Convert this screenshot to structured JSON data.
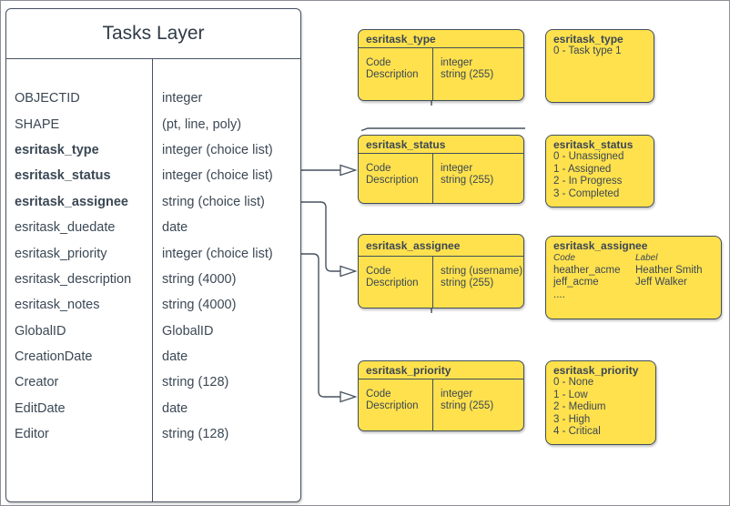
{
  "main_table": {
    "title": "Tasks Layer",
    "fields": [
      {
        "name": "OBJECTID",
        "type": "integer"
      },
      {
        "name": "SHAPE",
        "type": "(pt, line, poly)"
      },
      {
        "name": "esritask_type",
        "type": "integer (choice list)"
      },
      {
        "name": "esritask_status",
        "type": "integer (choice list)"
      },
      {
        "name": "esritask_assignee",
        "type": "string (choice list)"
      },
      {
        "name": "esritask_duedate",
        "type": "date"
      },
      {
        "name": "esritask_priority",
        "type": "integer (choice list)"
      },
      {
        "name": "esritask_description",
        "type": "string (4000)"
      },
      {
        "name": "esritask_notes",
        "type": "string (4000)"
      },
      {
        "name": "GlobalID",
        "type": "GlobalID"
      },
      {
        "name": "CreationDate",
        "type": "date"
      },
      {
        "name": "Creator",
        "type": "string (128)"
      },
      {
        "name": "EditDate",
        "type": "date"
      },
      {
        "name": "Editor",
        "type": "string (128)"
      }
    ]
  },
  "field_tables": {
    "type": {
      "title": "esritask_type",
      "rows": [
        [
          "Code",
          "integer"
        ],
        [
          "Description",
          "string (255)"
        ]
      ]
    },
    "status": {
      "title": "esritask_status",
      "rows": [
        [
          "Code",
          "integer"
        ],
        [
          "Description",
          "string (255)"
        ]
      ]
    },
    "assignee": {
      "title": "esritask_assignee",
      "rows": [
        [
          "Code",
          "string (username)"
        ],
        [
          "Description",
          "string (255)"
        ]
      ]
    },
    "priority": {
      "title": "esritask_priority",
      "rows": [
        [
          "Code",
          "integer"
        ],
        [
          "Description",
          "string (255)"
        ]
      ]
    }
  },
  "domains": {
    "type": {
      "title": "esritask_type",
      "items": [
        "0 - Task type 1"
      ]
    },
    "status": {
      "title": "esritask_status",
      "items": [
        "0 - Unassigned",
        "1 - Assigned",
        "2 - In Progress",
        "3 - Completed"
      ]
    },
    "assignee": {
      "title": "esritask_assignee",
      "col_code": "Code",
      "col_label": "Label",
      "rows": [
        [
          "heather_acme",
          "Heather Smith"
        ],
        [
          "jeff_acme",
          "Jeff Walker"
        ]
      ],
      "more": "...."
    },
    "priority": {
      "title": "esritask_priority",
      "items": [
        "0 - None",
        "1 - Low",
        "2 - Medium",
        "3 - High",
        "4 - Critical"
      ]
    }
  },
  "colors": {
    "box_fill": "#ffe14d",
    "stroke": "#414e5b",
    "text": "#3a4754",
    "background": "#ffffff"
  }
}
